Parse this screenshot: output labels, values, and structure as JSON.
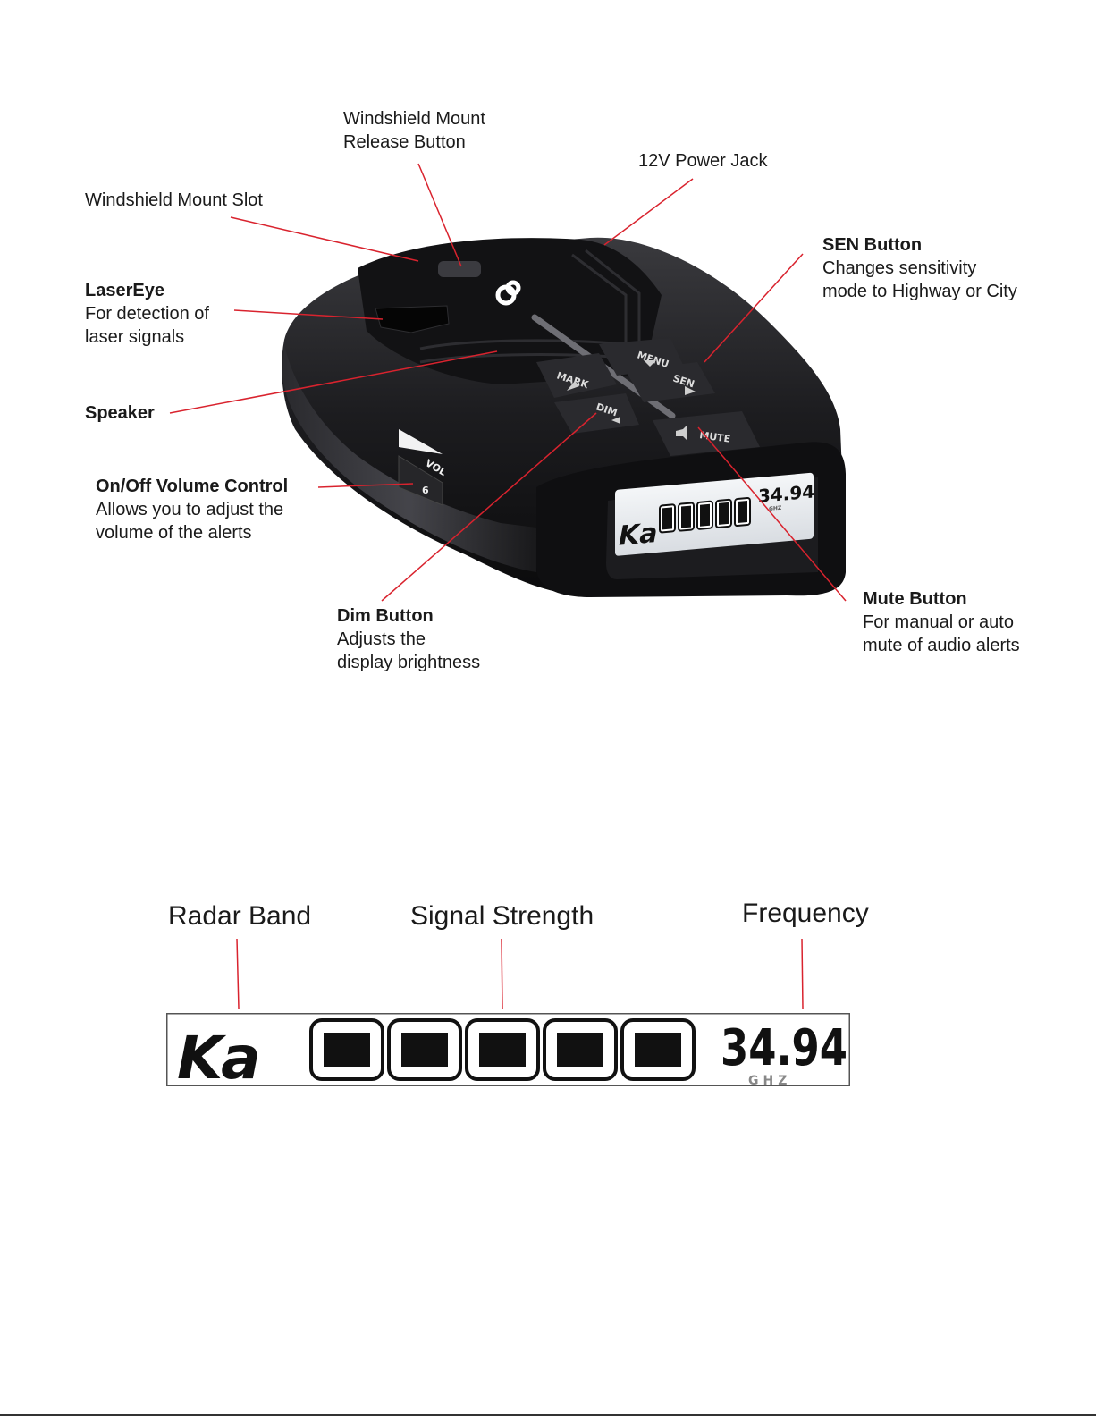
{
  "callouts": {
    "mount_release": {
      "title": "Windshield Mount",
      "desc": "Release Button"
    },
    "power_jack": {
      "title": "12V Power Jack"
    },
    "mount_slot": {
      "title": "Windshield Mount Slot"
    },
    "sen_button": {
      "title": "SEN Button",
      "desc1": "Changes sensitivity",
      "desc2": "mode to Highway or City"
    },
    "laser_eye": {
      "title": "LaserEye",
      "desc1": "For detection of",
      "desc2": "laser signals"
    },
    "speaker": {
      "title": "Speaker"
    },
    "volume_control": {
      "title": "On/Off Volume Control",
      "desc1": "Allows you to adjust the",
      "desc2": "volume of the alerts"
    },
    "dim_button": {
      "title": "Dim Button",
      "desc1": "Adjusts the",
      "desc2": "display brightness"
    },
    "mute_button": {
      "title": "Mute Button",
      "desc1": "For manual or auto",
      "desc2": "mute of audio alerts"
    }
  },
  "device": {
    "buttons": {
      "menu": "MENU",
      "mark": "MARK",
      "sen": "SEN",
      "dim": "DIM",
      "mute": "MUTE"
    },
    "volume": {
      "label": "VOL",
      "value": "6"
    },
    "display": {
      "band": "Ka",
      "frequency": "34.94",
      "unit": "GHZ"
    }
  },
  "display_diagram": {
    "labels": {
      "band": "Radar Band",
      "signal": "Signal Strength",
      "frequency": "Frequency"
    },
    "band": "Ka",
    "frequency": "34.94",
    "unit": "GHZ",
    "signal_bars": 5
  },
  "colors": {
    "leader_line": "#d9232e",
    "device_body": "#1b1b1d",
    "lcd_background": "#e9ecf0"
  }
}
